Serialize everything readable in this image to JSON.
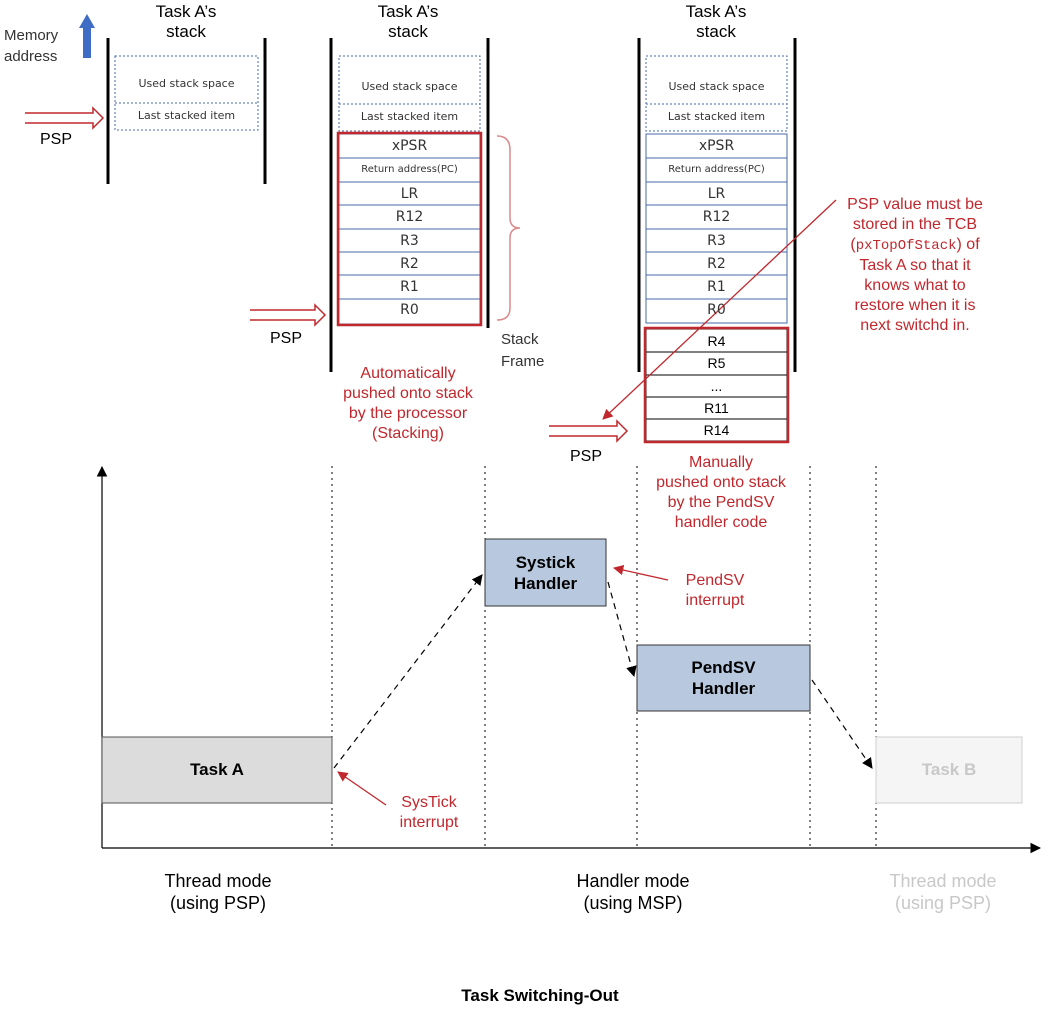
{
  "memory_address": "Memory\naddress",
  "stack_title": "Task A’s\nstack",
  "psp": "PSP",
  "used_stack_space": "Used stack space",
  "last_stacked_item": "Last stacked item",
  "frame_regs": [
    "xPSR",
    "Return address(PC)",
    "LR",
    "R12",
    "R3",
    "R2",
    "R1",
    "R0"
  ],
  "manual_regs": [
    "R4",
    "R5",
    "...",
    "R11",
    "R14"
  ],
  "stack_frame_label": "Stack\nFrame",
  "auto_push_note": "Automatically\npushed onto stack\nby the processor\n(Stacking)",
  "manual_push_note": "Manually\npushed onto stack\nby the PendSV\nhandler code",
  "tcb_note": {
    "before": "PSP value must be\nstored in the TCB\n(",
    "code": "pxTopOfStack",
    "after": ") of\nTask A so that it\nknows what to\nrestore when it is\nnext switchd in."
  },
  "boxes": {
    "task_a": "Task A",
    "systick_handler": "Systick\nHandler",
    "pendsv_handler": "PendSV\nHandler",
    "task_b": "Task B"
  },
  "pendsv_interrupt": "PendSV\ninterrupt",
  "systick_interrupt": "SysTick\ninterrupt",
  "modes": {
    "thread_a": "Thread mode\n(using PSP)",
    "handler": "Handler mode\n(using MSP)",
    "thread_b": "Thread mode\n(using PSP)"
  },
  "caption": "Task Switching-Out",
  "colors": {
    "red": "#c0282d",
    "handler_fill": "#b8c8de",
    "task_a_fill": "#dcdcdc",
    "stack_arrow_blue": "#3f6cc4"
  }
}
